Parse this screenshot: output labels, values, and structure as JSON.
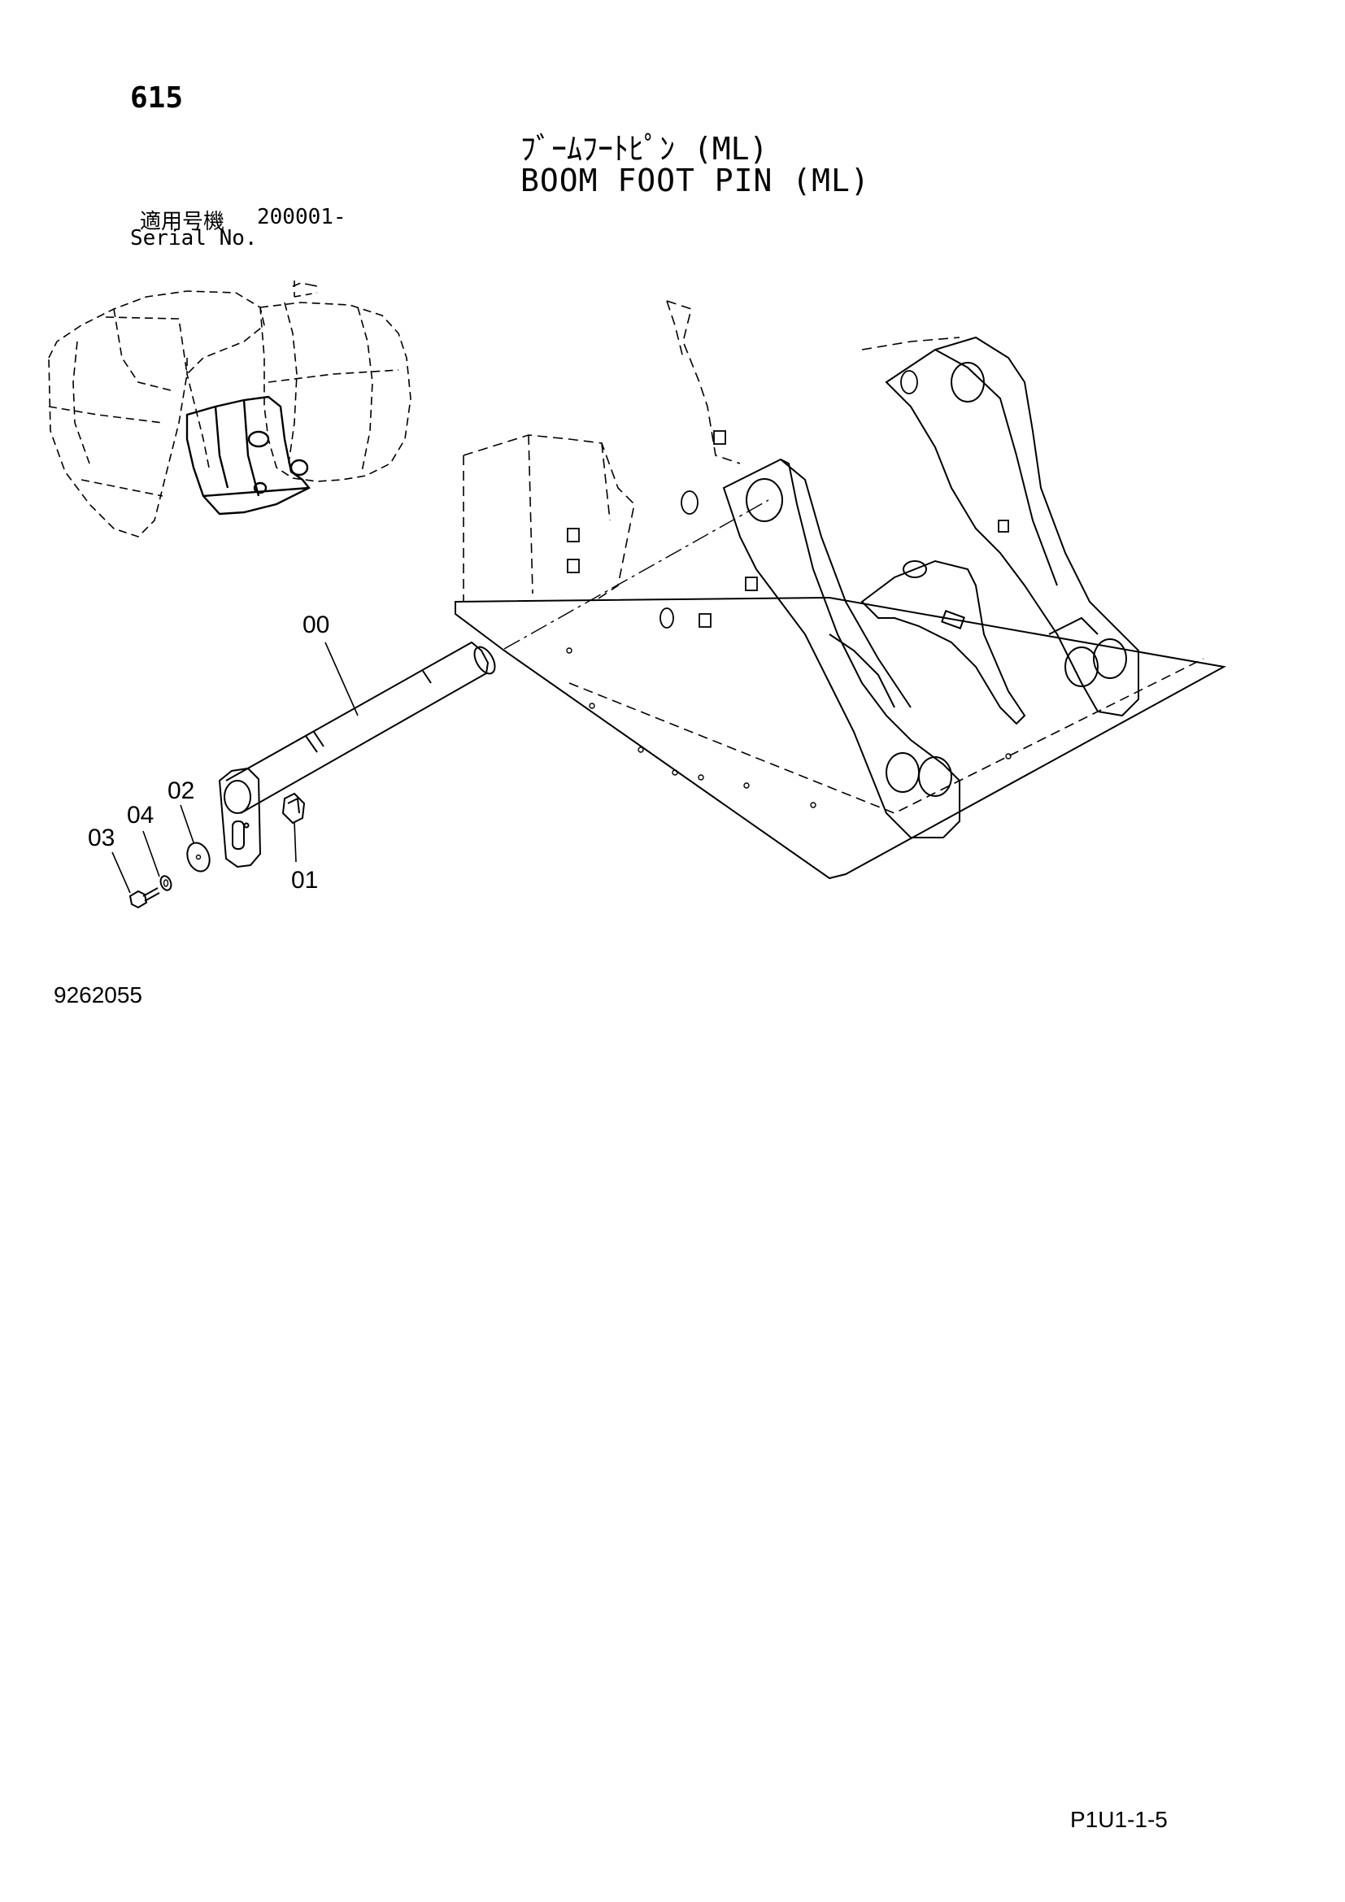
{
  "header": {
    "page_number": "615",
    "title_jp": "ﾌﾞｰﾑﾌｰﾄﾋﾟﾝ (ML)",
    "title_en": "BOOM FOOT PIN (ML)"
  },
  "serial": {
    "label_jp": "適用号機",
    "value": "200001-",
    "label_en": "Serial No."
  },
  "callouts": {
    "part_00": "00",
    "part_01": "01",
    "part_02": "02",
    "part_03": "03",
    "part_04": "04"
  },
  "footer": {
    "drawing_number": "9262055",
    "page_reference": "P1U1-1-5"
  }
}
